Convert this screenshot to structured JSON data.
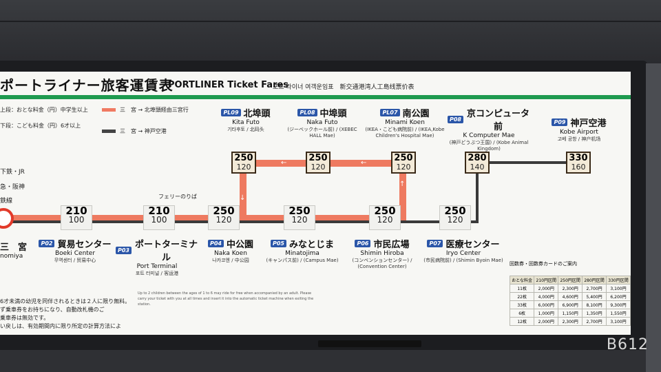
{
  "title": {
    "jp": "ポートライナー旅客運賃表",
    "en": "PORTLINER Ticket Fares",
    "ko": "포트 라이너 여객운임표　新交通港湾人工島线票价表"
  },
  "legend": [
    {
      "text": "上段：おとな料金（円）中学生以上"
    },
    {
      "text": "下段：こども料金（円）6才以上"
    },
    {
      "text": "三　宮 → 北埠頭経由三宮行"
    },
    {
      "text": "三　宮 → 神戸空港"
    }
  ],
  "left_station": {
    "name": "三　宮",
    "en": "nomiya",
    "top_labels": [
      "下鉄・JR",
      "急・阪神",
      "鉄線"
    ]
  },
  "stations": [
    {
      "code": "P02",
      "name": "貿易センター",
      "en": "Boeki Center",
      "sub": "무역센터 / 贸易中心"
    },
    {
      "code": "P03",
      "name": "ポートターミナル",
      "en": "Port Terminal",
      "sub": "포트 터미널 / 客运港"
    },
    {
      "code": "P04",
      "name": "中公園",
      "en": "Naka Koen",
      "sub": "나카코엔 / 中公园"
    },
    {
      "code": "P05",
      "name": "みなとじま",
      "en": "Minatojima",
      "sub": "(キャンパス前) / (Campus Mae)"
    },
    {
      "code": "P06",
      "name": "市民広場",
      "en": "Shimin Hiroba",
      "sub": "(コンベンションセンター) / (Convention Center)"
    },
    {
      "code": "P07",
      "name": "医療センター",
      "en": "Iryo Center",
      "sub": "(市民病院前) / (Shimin Byoin Mae)"
    },
    {
      "code": "PL09",
      "name": "北埠頭",
      "en": "Kita Futo",
      "sub": "기타후토 / 北码头"
    },
    {
      "code": "PL08",
      "name": "中埠頭",
      "en": "Naka Futo",
      "sub": "(ジーベックホール前) / (XEBEC HALL Mae)"
    },
    {
      "code": "PL07",
      "name": "南公園",
      "en": "Minami Koen",
      "sub": "(IKEA・こども病院前) / (IKEA,Kobe Children's Hospital Mae)"
    },
    {
      "code": "P08",
      "name": "京コンピュータ前",
      "en": "K Computer Mae",
      "sub": "(神戸どうぶつ王国) / (Kobe Animal Kingdom)"
    },
    {
      "code": "P09",
      "name": "神戸空港",
      "en": "Kobe Airport",
      "sub": "고베 공항 / 神户机场"
    }
  ],
  "ferry_label": "フェリーのりば",
  "fares": [
    {
      "adult": "210",
      "child": "100"
    },
    {
      "adult": "210",
      "child": "100"
    },
    {
      "adult": "250",
      "child": "120"
    },
    {
      "adult": "250",
      "child": "120"
    },
    {
      "adult": "250",
      "child": "120"
    },
    {
      "adult": "250",
      "child": "120"
    },
    {
      "adult": "250",
      "child": "120"
    },
    {
      "adult": "250",
      "child": "120"
    },
    {
      "adult": "250",
      "child": "120"
    },
    {
      "adult": "280",
      "child": "140"
    },
    {
      "adult": "330",
      "child": "160"
    }
  ],
  "notes_jp": [
    "6才未満の幼児を同伴されるときは２人に限り無料。",
    "ず乗車券をお持ちになり、自動改札機のご",
    "乗車券は無効です。",
    "い戻しは、有効期間内に限り所定の計算方法によ"
  ],
  "notes_en": "Up to 2 children between the ages of 1 to 6 may ride for free when accompanied by an adult. Please carry your ticket with you at all times and insert it into the automatic ticket machine when exiting the station.",
  "coupon": {
    "title": "回数券・回数券カードのご案内",
    "headers": [
      "",
      "おとな料金",
      "210円区間",
      "250円区間",
      "280円区間",
      "330円区間"
    ],
    "rows": [
      [
        "11枚",
        "2,000円",
        "2,300円",
        "2,700円",
        "3,100円"
      ],
      [
        "22枚",
        "4,000円",
        "4,600円",
        "5,400円",
        "6,200円"
      ],
      [
        "33枚",
        "6,000円",
        "6,900円",
        "8,100円",
        "9,300円"
      ],
      [
        "6枚",
        "1,000円",
        "1,150円",
        "1,350円",
        "1,550円"
      ],
      [
        "12枚",
        "2,000円",
        "2,300円",
        "2,700円",
        "3,100円"
      ]
    ]
  },
  "watermark": "B612"
}
